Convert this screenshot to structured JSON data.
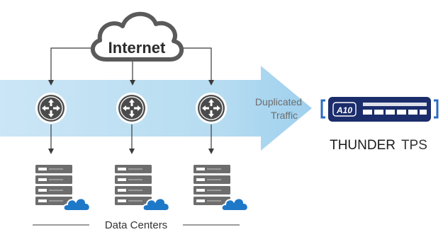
{
  "cloud": {
    "label": "Internet"
  },
  "arrow": {
    "label_line1": "Duplicated",
    "label_line2": "Traffic"
  },
  "device": {
    "brand": "A10",
    "name_bold": "THUNDER",
    "name_light": "TPS"
  },
  "footer": {
    "label": "Data Centers"
  },
  "colors": {
    "arrow_fill": "#b9def2",
    "arrow_fill_dark": "#cfe9f7",
    "router_fill": "#4a4a4a",
    "server_fill": "#6d6d6d",
    "cloud_blue": "#1e78c8",
    "device_navy": "#1b2d6b",
    "bracket_blue": "#2a6cc0",
    "label_gray": "#6d6d6d"
  },
  "icons": [
    "cloud-icon",
    "router-icon",
    "server-stack-icon",
    "small-cloud-icon",
    "appliance-icon"
  ]
}
